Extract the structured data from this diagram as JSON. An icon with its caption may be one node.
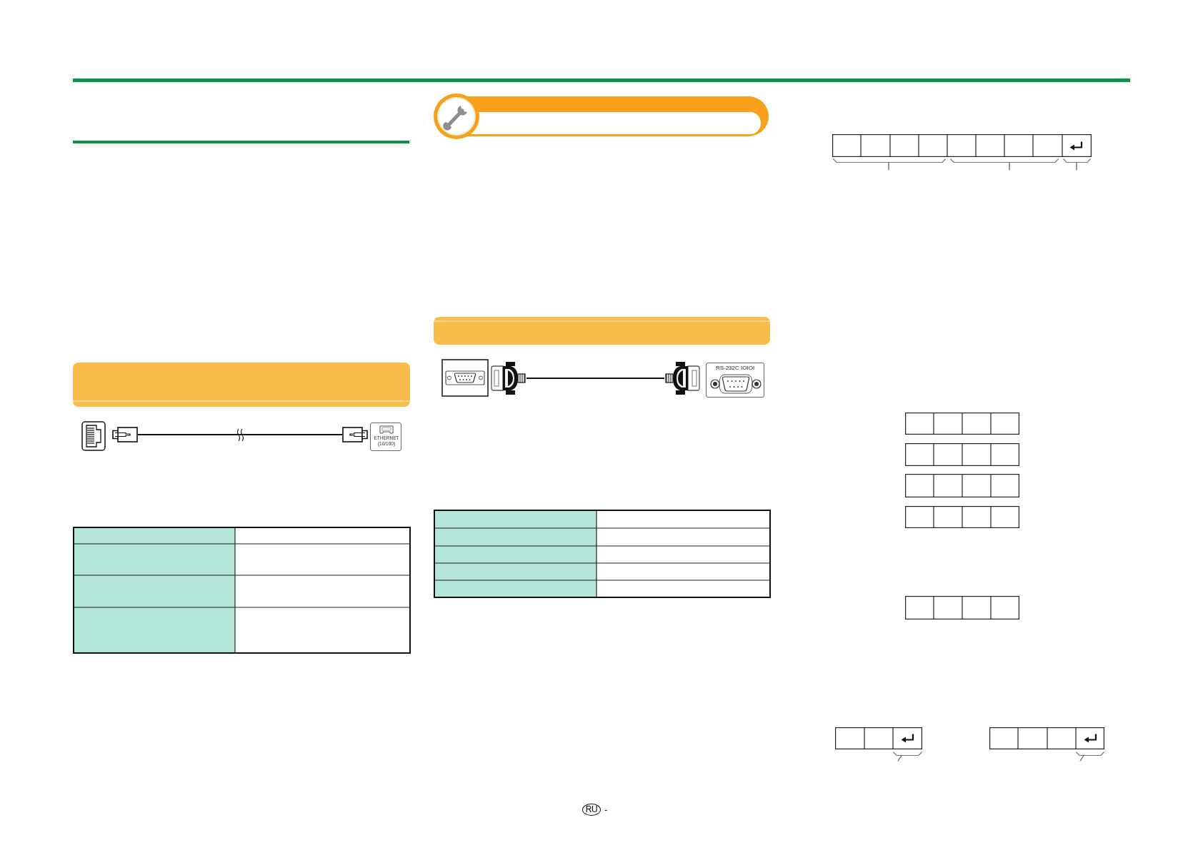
{
  "diagram": {
    "nodes": [
      {
        "text": [],
        "shape": "bar"
      },
      {
        "text": [],
        "shape": "picture"
      },
      {
        "text": [],
        "shape": "picture"
      },
      {
        "text": [],
        "shape": "picture"
      },
      {
        "text": [
          "ETHERNET (10/100)"
        ]
      },
      {
        "text": [],
        "shape": "bar"
      },
      {
        "text": [],
        "shape": "picture"
      },
      {
        "text": [],
        "shape": "picture"
      },
      {
        "text": [],
        "shape": "picture"
      },
      {
        "text": [
          "RS-232C IOIOI"
        ]
      },
      {
        "text": [
          "RU"
        ],
        "beside": [
          "-"
        ]
      }
    ],
    "edges": [
      {
        "from": 2,
        "to": 3,
        "arrow": "none"
      },
      {
        "from": 7,
        "to": 8,
        "arrow": "none"
      }
    ]
  }
}
